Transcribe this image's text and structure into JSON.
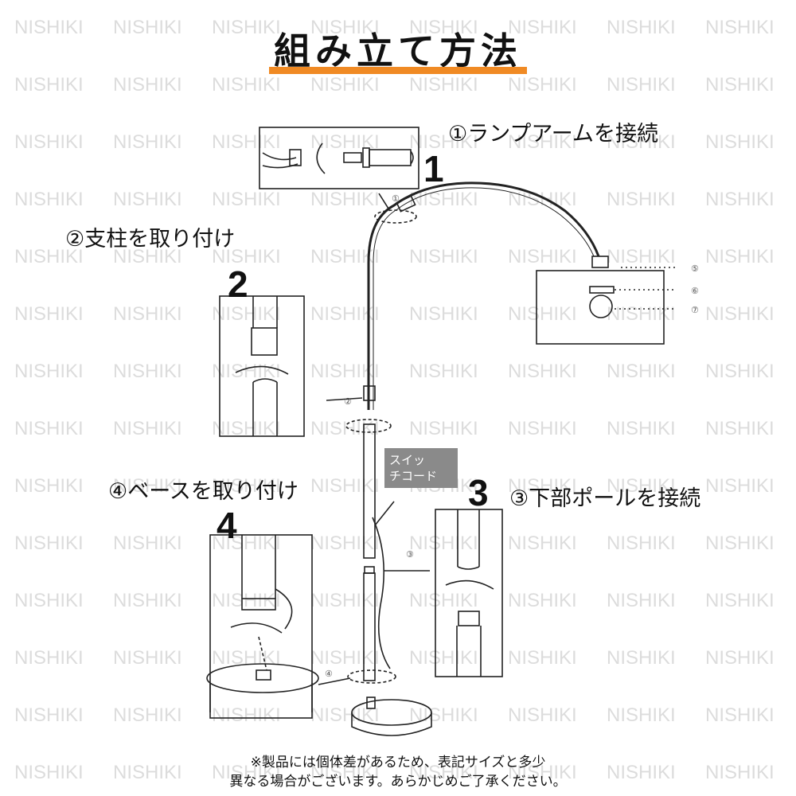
{
  "watermark": "NISHIKI",
  "title": "組み立て方法",
  "accent_color": "#f08a24",
  "steps": [
    {
      "number": "1",
      "label": "①ランプアームを接続"
    },
    {
      "number": "2",
      "label": "②支柱を取り付け"
    },
    {
      "number": "3",
      "label": "③下部ポールを接続"
    },
    {
      "number": "4",
      "label": "④ベースを取り付け"
    }
  ],
  "switch_label": {
    "line1": "スイッ",
    "line2": "チコード"
  },
  "markers": [
    "①",
    "②",
    "③",
    "④",
    "⑤",
    "⑥",
    "⑦"
  ],
  "note": {
    "line1": "※製品には個体差があるため、表記サイズと多少",
    "line2": "異なる場合がございます。あらかじめご了承ください。"
  }
}
